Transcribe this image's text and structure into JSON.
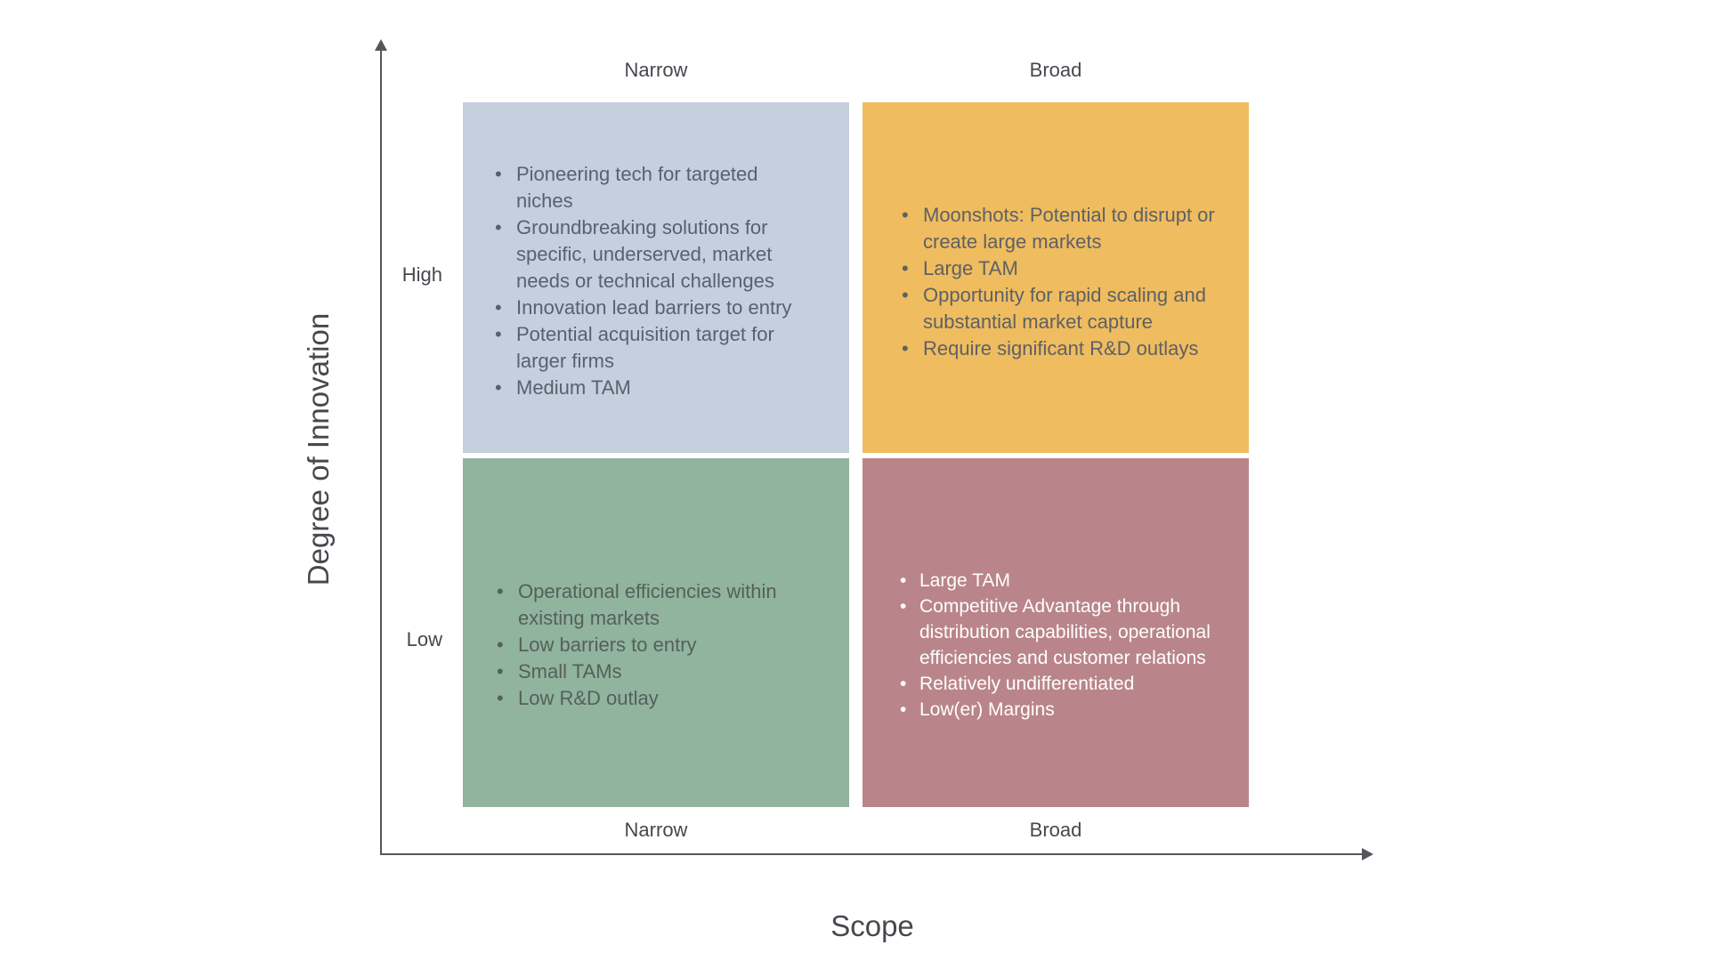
{
  "colors": {
    "background": "#ffffff",
    "axis": "#53575d",
    "label_text": "#45494e",
    "quadrants": {
      "high_narrow": {
        "bg": "#c6cfde",
        "text": "#57616f"
      },
      "high_broad": {
        "bg": "#efbc5f",
        "text": "#5e6164"
      },
      "low_narrow": {
        "bg": "#90b49e",
        "text": "#565f5b"
      },
      "low_broad": {
        "bg": "#b9858a",
        "text": "#ffffff"
      }
    }
  },
  "axes": {
    "y_title": "Degree of Innovation",
    "x_title": "Scope",
    "y_ticks": {
      "high": "High",
      "low": "Low"
    },
    "x_ticks_top": {
      "narrow": "Narrow",
      "broad": "Broad"
    },
    "x_ticks_bottom": {
      "narrow": "Narrow",
      "broad": "Broad"
    }
  },
  "quadrants": {
    "high_narrow": {
      "items": [
        "Pioneering tech for targeted niches",
        "Groundbreaking solutions for specific, underserved, market needs or technical challenges",
        "Innovation lead barriers to entry",
        "Potential acquisition target for larger firms",
        "Medium TAM"
      ]
    },
    "high_broad": {
      "items": [
        "Moonshots: Potential to disrupt or create large markets",
        "Large TAM",
        "Opportunity for rapid scaling and substantial market capture",
        "Require significant R&D outlays"
      ]
    },
    "low_narrow": {
      "items": [
        "Operational efficiencies within existing markets",
        "Low barriers to entry",
        "Small TAMs",
        "Low R&D outlay"
      ]
    },
    "low_broad": {
      "items": [
        "Large TAM",
        "Competitive Advantage through distribution capabilities, operational efficiencies and customer relations",
        "Relatively undifferentiated",
        "Low(er) Margins"
      ]
    }
  }
}
